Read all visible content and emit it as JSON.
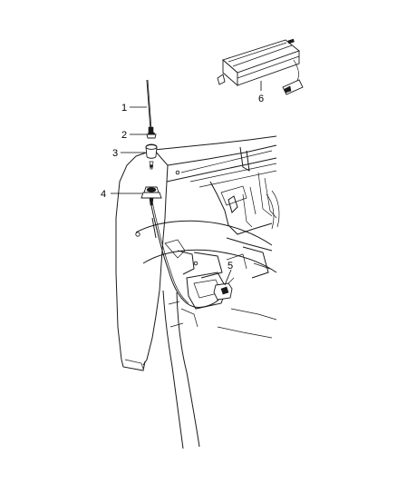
{
  "diagram": {
    "callouts": [
      {
        "number": "1",
        "part": "antenna-mast"
      },
      {
        "number": "2",
        "part": "antenna-nut"
      },
      {
        "number": "3",
        "part": "antenna-adapter"
      },
      {
        "number": "4",
        "part": "antenna-base-and-cable"
      },
      {
        "number": "5",
        "part": "cable-connector"
      },
      {
        "number": "6",
        "part": "radio-module"
      }
    ]
  }
}
